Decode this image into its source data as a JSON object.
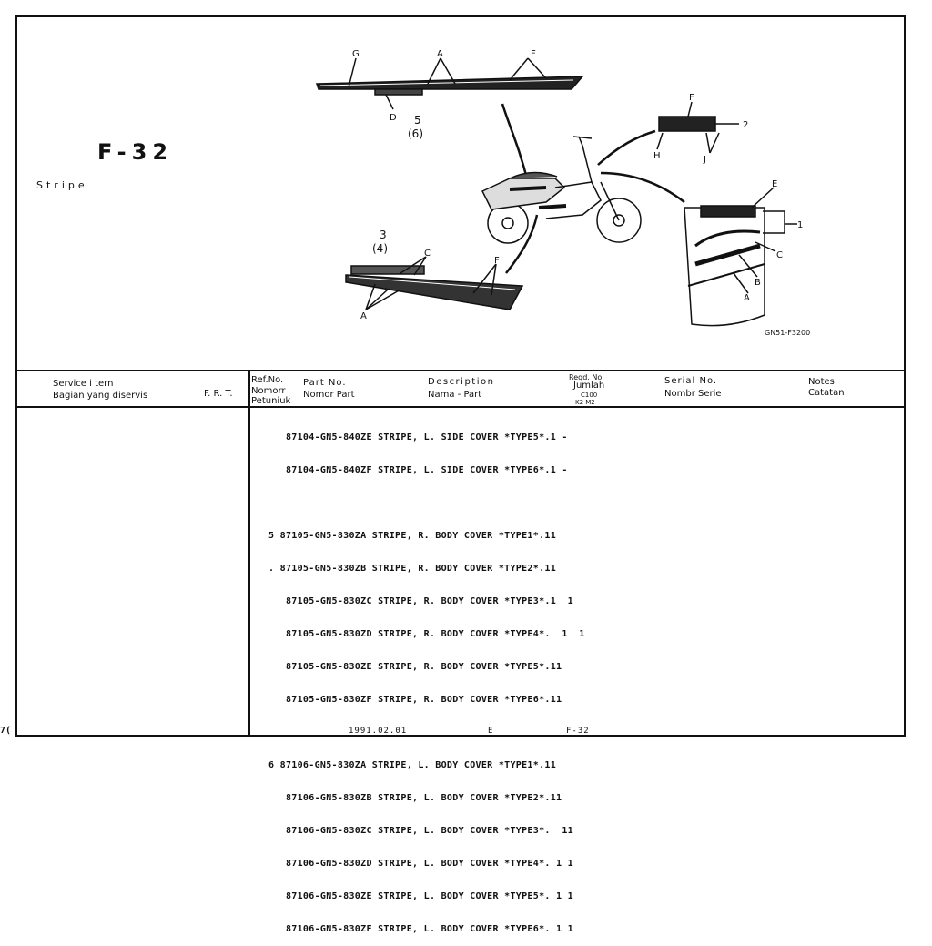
{
  "header": {
    "code": "F-32",
    "title": "Stripe"
  },
  "diagram": {
    "callouts": {
      "g": "G",
      "a_top": "A",
      "f_top": "F",
      "d": "D",
      "ref5": "5",
      "ref6": "(6)",
      "f_emblem": "F",
      "ref2": "2",
      "h": "H",
      "j": "J",
      "ref3": "3",
      "ref4": "(4)",
      "c_low": "C",
      "f_low": "F",
      "a_low": "A",
      "e": "E",
      "ref1": "1",
      "c_right": "C",
      "b": "B",
      "a_right": "A"
    },
    "figure_code": "GN51-F3200"
  },
  "table_header": {
    "service_item": "Service    i tern",
    "service_item_id": "Bagian yang diservis",
    "frt": "F. R. T.",
    "ref_no": "Ref.No.",
    "ref_no_id1": "Nomorr",
    "ref_no_id2": "Petuniuk",
    "part_no": "Part  No.",
    "part_no_id": "Nomor Part",
    "description": "Description",
    "description_id": "Nama - Part",
    "reqd_no": "Reqd. No.",
    "reqd_no_id": "Jumlah",
    "model1": "C100",
    "model2": "K2  M2",
    "serial_no": "Serial No.",
    "serial_no_id": "Nombr Serie",
    "notes": "Notes",
    "notes_id": "Catatan"
  },
  "rows": [
    {
      "line": "   87104-GN5-840ZE STRIPE, L. SIDE COVER *TYPE5*.1 -"
    },
    {
      "line": "   87104-GN5-840ZF STRIPE, L. SIDE COVER *TYPE6*.1 -"
    },
    {
      "line": ""
    },
    {
      "line": "5 87105-GN5-830ZA STRIPE, R. BODY COVER *TYPE1*.11"
    },
    {
      "line": ". 87105-GN5-830ZB STRIPE, R. BODY COVER *TYPE2*.11"
    },
    {
      "line": "   87105-GN5-830ZC STRIPE, R. BODY COVER *TYPE3*.1  1"
    },
    {
      "line": "   87105-GN5-830ZD STRIPE, R. BODY COVER *TYPE4*.  1  1"
    },
    {
      "line": "   87105-GN5-830ZE STRIPE, R. BODY COVER *TYPE5*.11"
    },
    {
      "line": "   87105-GN5-830ZF STRIPE, R. BODY COVER *TYPE6*.11"
    },
    {
      "line": ""
    },
    {
      "line": "6 87106-GN5-830ZA STRIPE, L. BODY COVER *TYPE1*.11"
    },
    {
      "line": "   87106-GN5-830ZB STRIPE, L. BODY COVER *TYPE2*.11"
    },
    {
      "line": "   87106-GN5-830ZC STRIPE, L. BODY COVER *TYPE3*.  11"
    },
    {
      "line": "   87106-GN5-830ZD STRIPE, L. BODY COVER *TYPE4*. 1 1"
    },
    {
      "line": "   87106-GN5-830ZE STRIPE, L. BODY COVER *TYPE5*. 1 1"
    },
    {
      "line": "   87106-GN5-830ZF STRIPE, L. BODY COVER *TYPE6*. 1 1"
    }
  ],
  "footer": {
    "date": "1991.02.01",
    "edition": "E",
    "page_code": "F-32",
    "page_number": "7("
  }
}
